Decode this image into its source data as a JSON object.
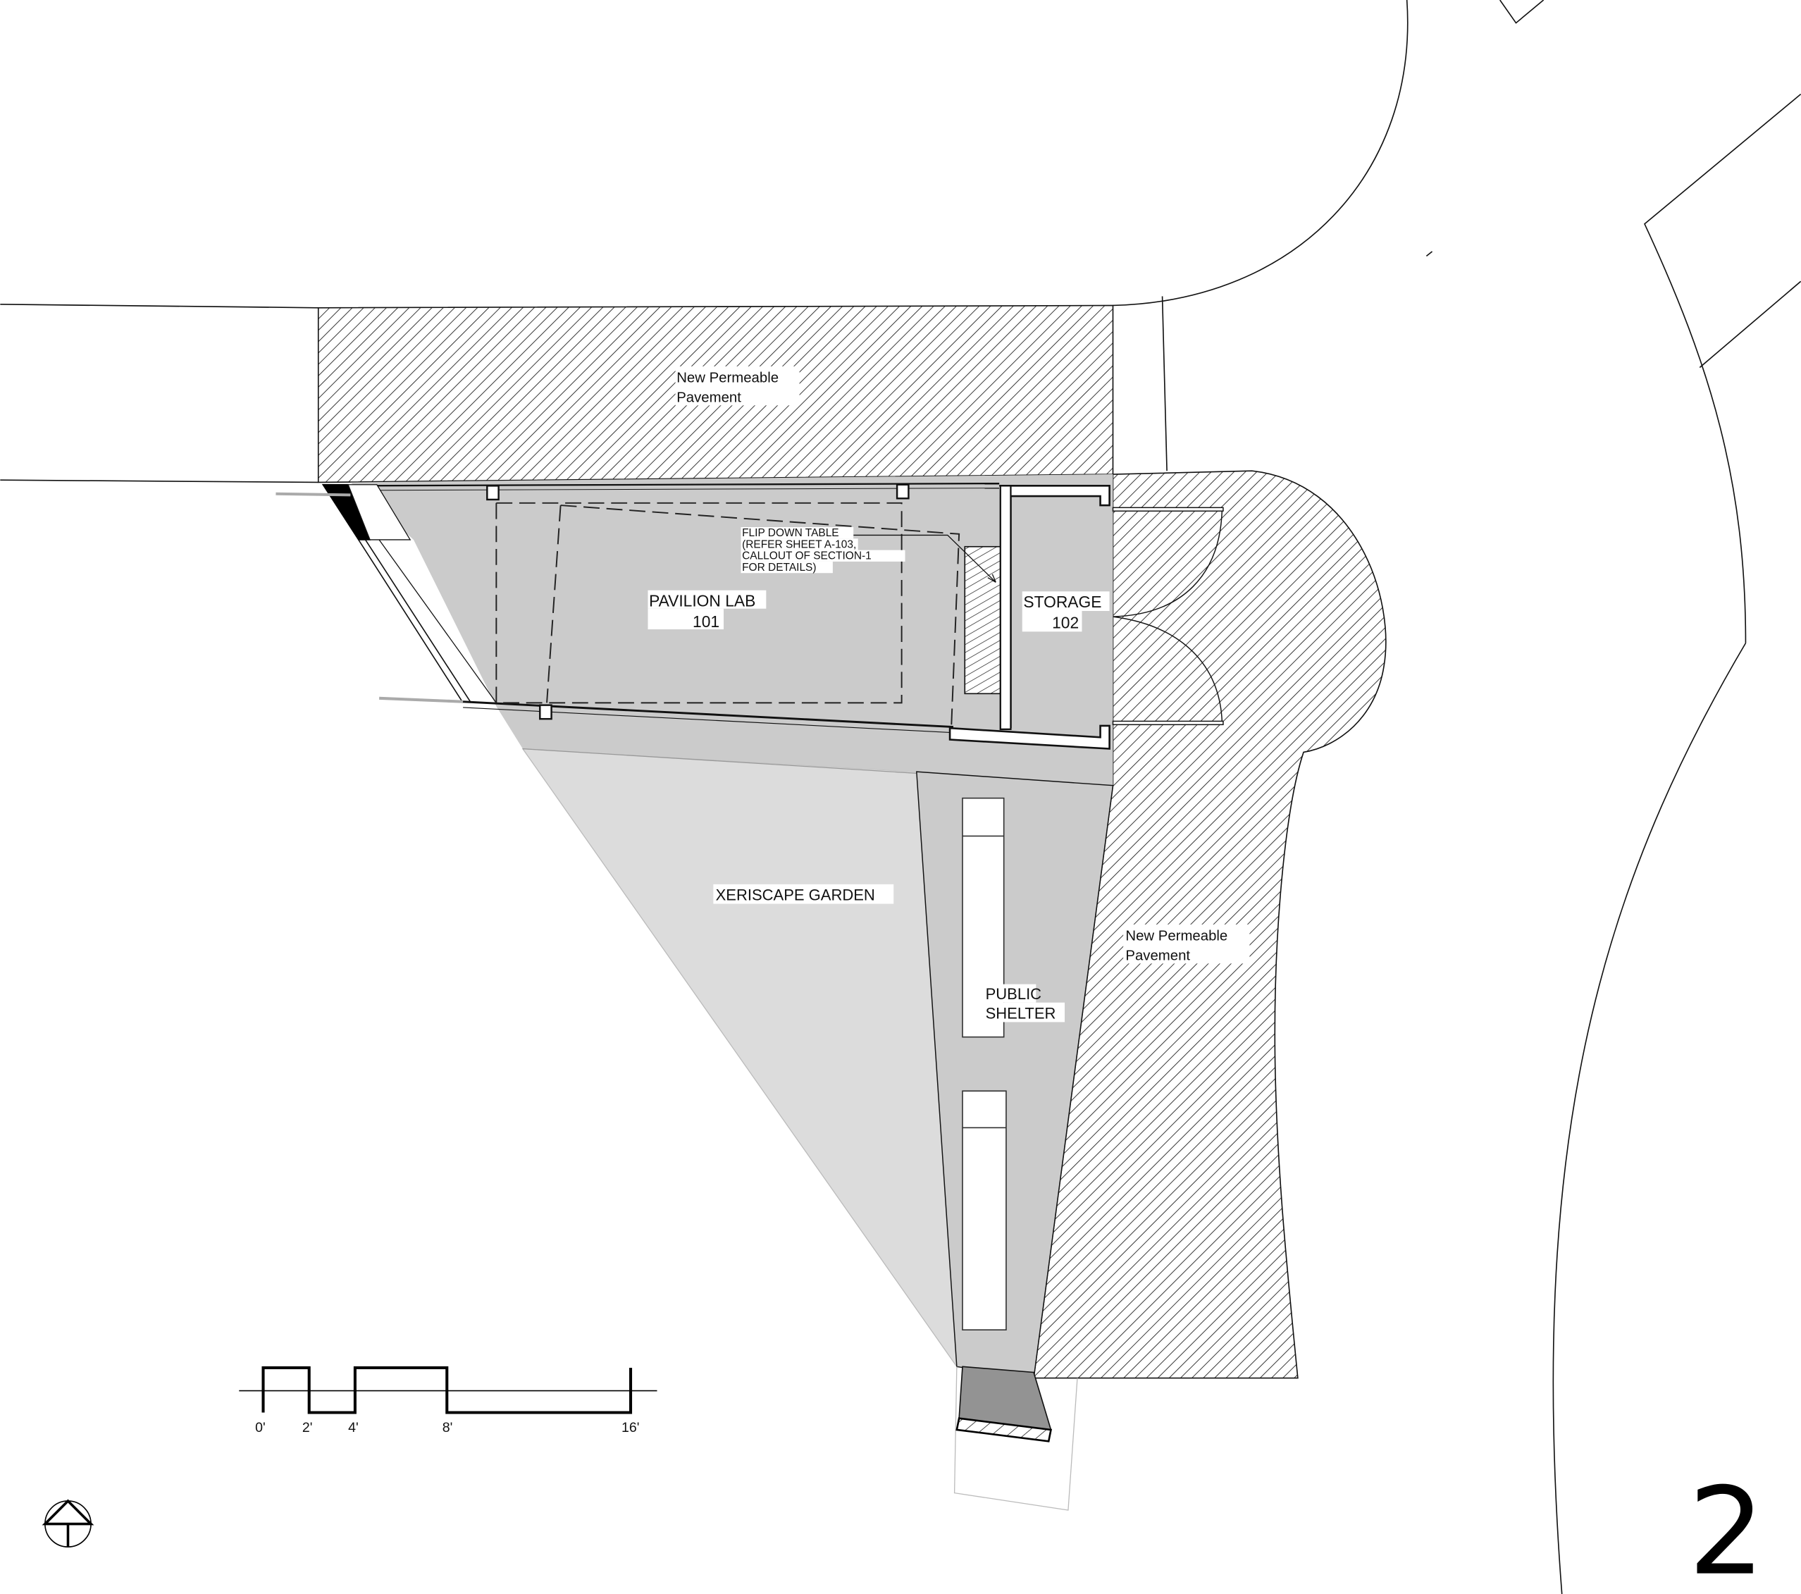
{
  "drawing": {
    "type": "floor plan",
    "sheet_number": "2",
    "colors": {
      "background": "#ffffff",
      "interior_floor": "#cbcbcb",
      "garden": "#dcdcdc",
      "ramp": "#939393",
      "line": "#111111",
      "hatch": "#222222"
    }
  },
  "labels": {
    "pavement_top_line1": "New Permeable",
    "pavement_top_line2": "Pavement",
    "pavement_right_line1": "New Permeable",
    "pavement_right_line2": "Pavement",
    "pavilion_name": "PAVILION LAB",
    "pavilion_number": "101",
    "storage_name": "STORAGE",
    "storage_number": "102",
    "callout_line1": "FLIP DOWN TABLE",
    "callout_line2": "(REFER SHEET A-103,",
    "callout_line3": "CALLOUT OF SECTION-1",
    "callout_line4": "FOR DETAILS)",
    "garden": "XERISCAPE GARDEN",
    "shelter_line1": "PUBLIC",
    "shelter_line2": "SHELTER"
  },
  "scale_bar": {
    "unit": "feet",
    "ticks": [
      "0'",
      "2'",
      "4'",
      "8'",
      "16'"
    ]
  },
  "north_arrow": {
    "icon": "north-arrow-icon"
  }
}
